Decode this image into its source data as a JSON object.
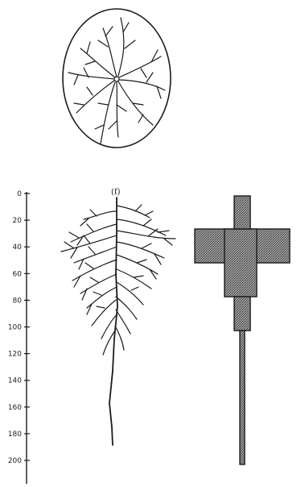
{
  "panel_label": "(f)",
  "depth_axis": {
    "tick_labels": [
      "0",
      "20",
      "40",
      "60",
      "80",
      "100",
      "120",
      "140",
      "160",
      "180",
      "200"
    ]
  },
  "colors": {
    "ink": "#1b1b1b",
    "hatch_fill": "#8a8a8a",
    "background": "#ffffff"
  }
}
